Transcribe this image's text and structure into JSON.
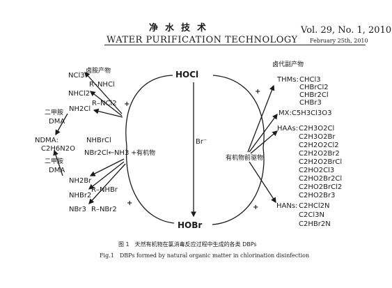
{
  "header": {
    "journal_cn": "净水技术",
    "journal_en": "WATER PURIFICATION TECHNOLOGY",
    "volume": "Vol. 29, No. 1, 2010",
    "date": "February 25th, 2010"
  },
  "diagram": {
    "top_node": "HOCl",
    "bottom_node": "HOBr",
    "center_label": "Br⁻",
    "plus": "+",
    "left": {
      "group_title": "卤胺产物",
      "nom": "有机物",
      "col1": [
        "NCl3",
        "NHCl2",
        "NH2Cl"
      ],
      "col2": [
        "R–NHCl",
        "R–NCl2"
      ],
      "dma_upper": [
        "二甲胺",
        "DMA"
      ],
      "ndma": [
        "NDMA:",
        "C2H6N2O"
      ],
      "dma_lower": [
        "二甲胺",
        "DMA"
      ],
      "bromochloro": [
        "NHBrCl",
        "NBr2Cl←NH3"
      ],
      "bromo_col1": [
        "NH2Br",
        "NHBr2",
        "NBr3"
      ],
      "bromo_col2": [
        "R–NHBr",
        "R–NBr2"
      ]
    },
    "right": {
      "group_title": "卤代副产物",
      "precursor": "有机物前驱物",
      "thms_label": "THMs:",
      "thms": [
        "CHCl3",
        "CHBrCl2",
        "CHBr2Cl",
        "CHBr3"
      ],
      "mx": "MX:C5H3Cl3O3",
      "haas_label": "HAAs:",
      "haas": [
        "C2H3O2Cl",
        "C2H3O2Br",
        "C2H2O2Cl2",
        "C2H2O2Br2",
        "C2H2O2BrCl",
        "C2HO2Cl3",
        "C2HO2Br2Cl",
        "C2HO2BrCl2",
        "C2HO2Br3"
      ],
      "hans_label": "HANs:",
      "hans": [
        "C2HCl2N",
        "C2Cl3N",
        "C2HBr2N"
      ]
    }
  },
  "caption": {
    "cn": "图 1　天然有机物在氯消毒反应过程中生成的各类 DBPs",
    "en": "Fig.1　DBPs formed by natural organic matter in chlorination disinfection"
  }
}
